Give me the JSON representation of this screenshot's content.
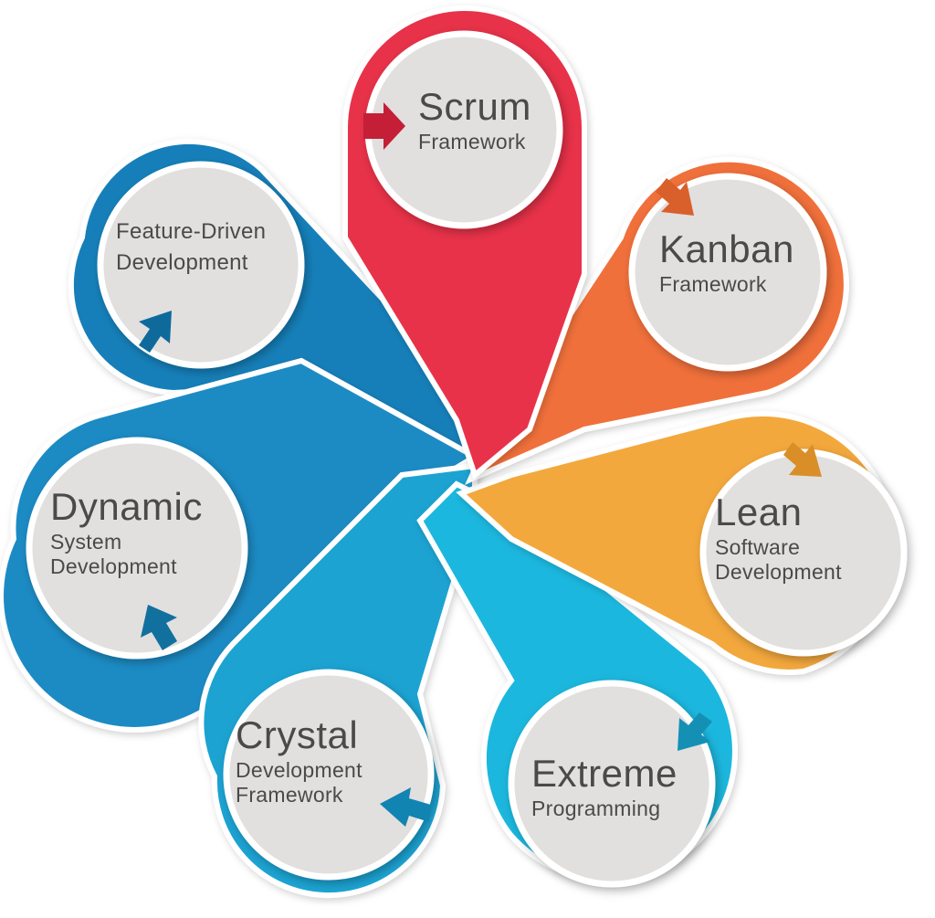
{
  "colors": {
    "scrum": "#e8334a",
    "kanban": "#f0703a",
    "lean": "#f3a83c",
    "extreme": "#1bb7de",
    "crystal": "#1aa3d2",
    "dynamic": "#1a8bc4",
    "fdd": "#137fb9",
    "disc": "#e1e0de",
    "text": "#4a4a4a"
  },
  "nodes": {
    "scrum": {
      "line1": "Scrum",
      "line2": "Framework"
    },
    "kanban": {
      "line1": "Kanban",
      "line2": "Framework"
    },
    "lean": {
      "line1": "Lean",
      "line2": "Software",
      "line3": "Development"
    },
    "extreme": {
      "line1": "Extreme",
      "line2": "Programming"
    },
    "crystal": {
      "line1": "Crystal",
      "line2": "Development",
      "line3": "Framework"
    },
    "dynamic": {
      "line1": "Dynamic",
      "line2": "System",
      "line3": "Development"
    },
    "fdd": {
      "line1": "Feature-Driven",
      "line2": "Development"
    }
  }
}
